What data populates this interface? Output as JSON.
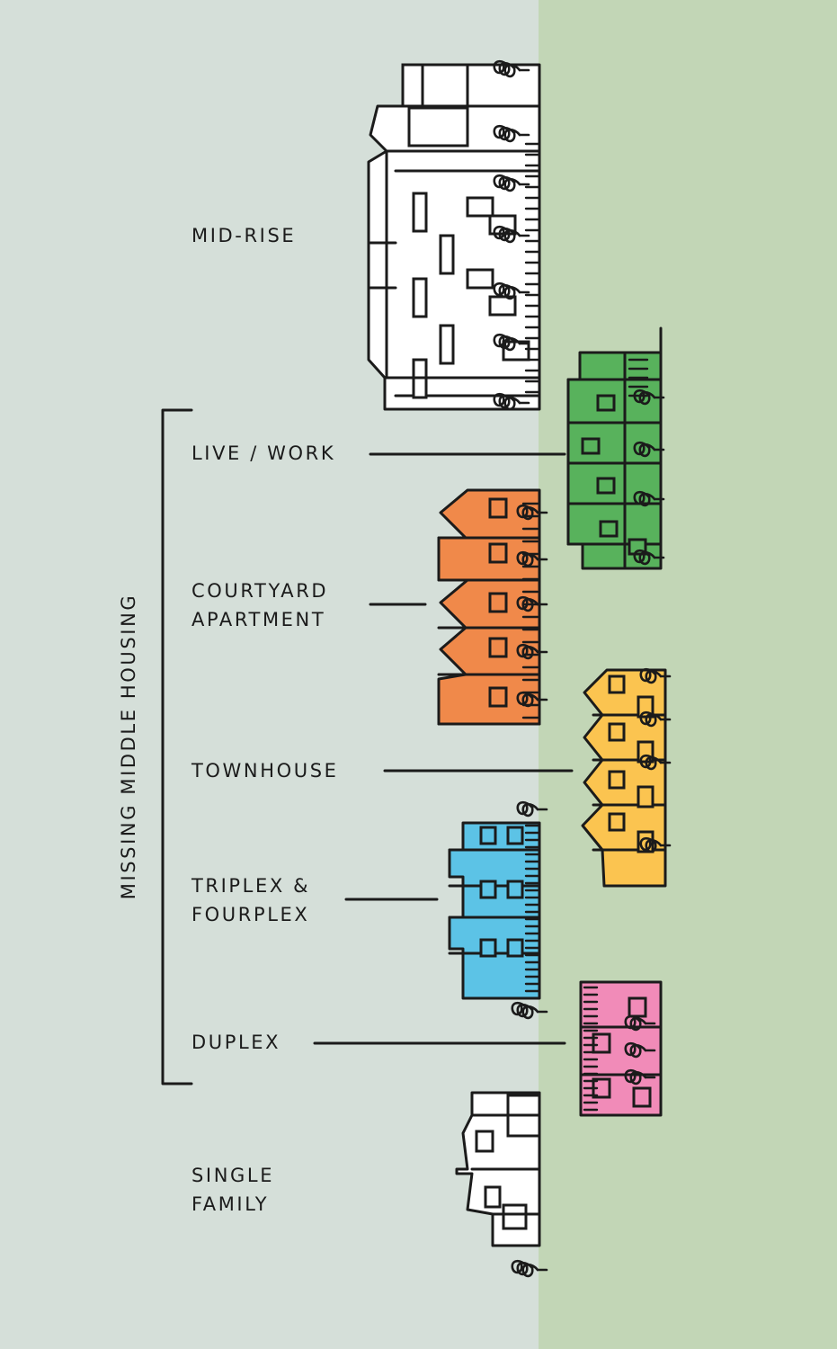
{
  "colors": {
    "background_left": "#d5dfd9",
    "background_right": "#c2d6b6",
    "ink": "#1b1b1b",
    "mid_rise": "#ffffff",
    "live_work": "#58b25c",
    "courtyard_apartment": "#f0894a",
    "townhouse": "#fbc450",
    "triplex_fourplex": "#5cc3e6",
    "duplex": "#f18bb8",
    "single_family": "#ffffff"
  },
  "group_label": "MISSING MIDDLE HOUSING",
  "labels": {
    "mid_rise": [
      "MID-RISE"
    ],
    "live_work": [
      "LIVE / WORK"
    ],
    "courtyard_apartment": [
      "COURTYARD",
      "APARTMENT"
    ],
    "townhouse": [
      "TOWNHOUSE"
    ],
    "triplex_fourplex": [
      "TRIPLEX &",
      "FOURPLEX"
    ],
    "duplex": [
      "DUPLEX"
    ],
    "single_family": [
      "SINGLE",
      "FAMILY"
    ]
  }
}
